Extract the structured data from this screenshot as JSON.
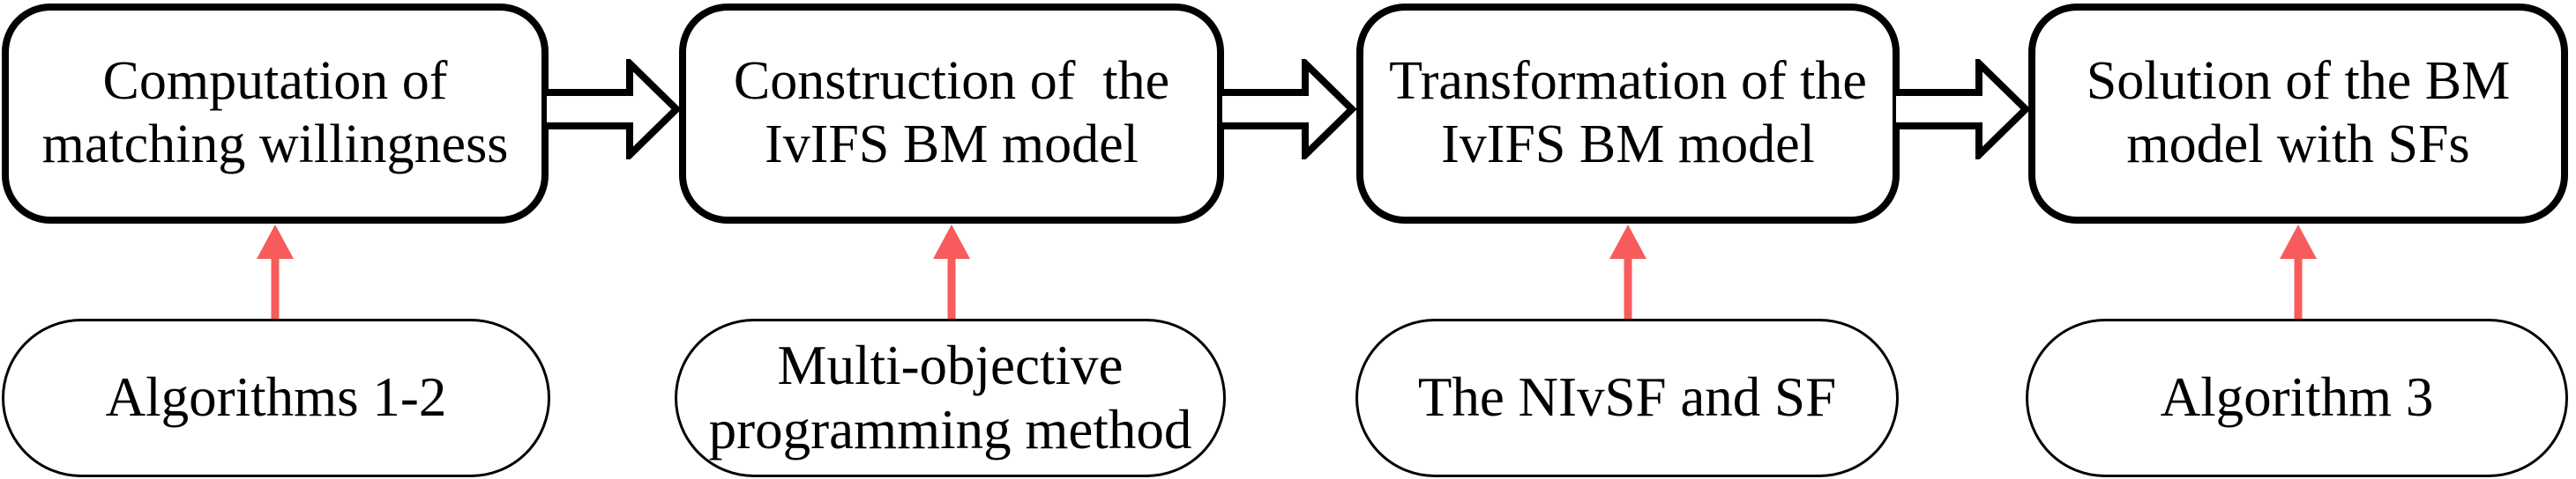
{
  "figure": {
    "background_color": "#ffffff",
    "outline_color": "#000000",
    "connector_color": "#f85b5b",
    "icons": {
      "flow_arrow": "block-arrow-right",
      "support_arrow": "up-arrow"
    },
    "steps": [
      {
        "process": {
          "line1": "Computation of",
          "line2": "matching willingness"
        },
        "support": {
          "line1": "Algorithms 1-2"
        }
      },
      {
        "process": {
          "line1": "Construction of  the",
          "line2": "IvIFS BM model"
        },
        "support": {
          "line1": "Multi-objective",
          "line2": "programming method"
        }
      },
      {
        "process": {
          "line1": "Transformation of the",
          "line2": "IvIFS BM model"
        },
        "support": {
          "line1": "The NIvSF and SF"
        }
      },
      {
        "process": {
          "line1": "Solution of the BM",
          "line2": "model with SFs"
        },
        "support": {
          "line1": "Algorithm 3"
        }
      }
    ]
  }
}
